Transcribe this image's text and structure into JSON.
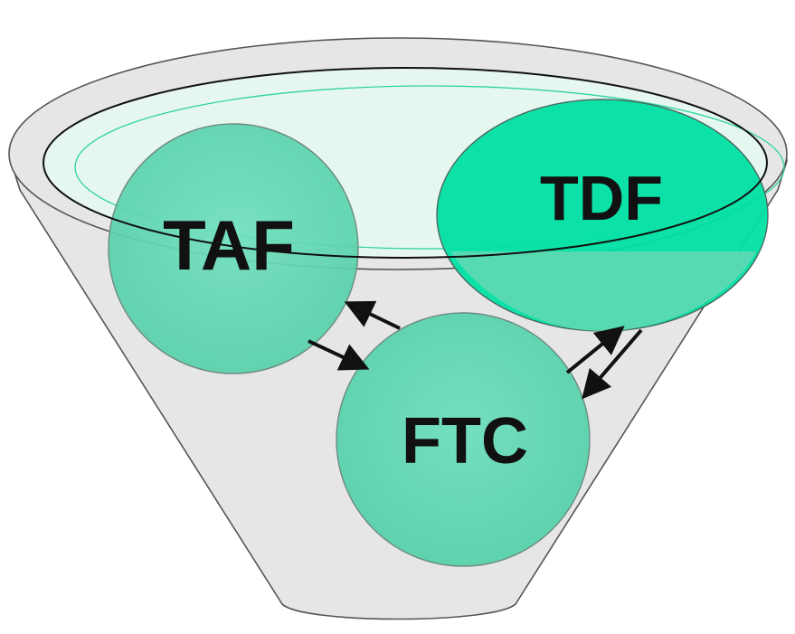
{
  "diagram": {
    "type": "funnel",
    "nodes": [
      {
        "id": "taf",
        "label": "TAF"
      },
      {
        "id": "tdf",
        "label": "TDF"
      },
      {
        "id": "ftc",
        "label": "FTC"
      }
    ],
    "edges": [
      {
        "from": "ftc",
        "to": "taf"
      },
      {
        "from": "taf",
        "to": "ftc"
      },
      {
        "from": "ftc",
        "to": "tdf"
      },
      {
        "from": "tdf",
        "to": "ftc"
      }
    ]
  },
  "colors": {
    "funnel_fill": "#e6e6e6",
    "funnel_stroke": "#555555",
    "rim_inner_fill": "#e6f7f0",
    "rim_inner_stroke": "#2fd39f",
    "node_fill": "#61dab5",
    "node_fill_bright": "#00e0a3",
    "node_stroke": "#6d8a80",
    "arrow": "#111111"
  }
}
